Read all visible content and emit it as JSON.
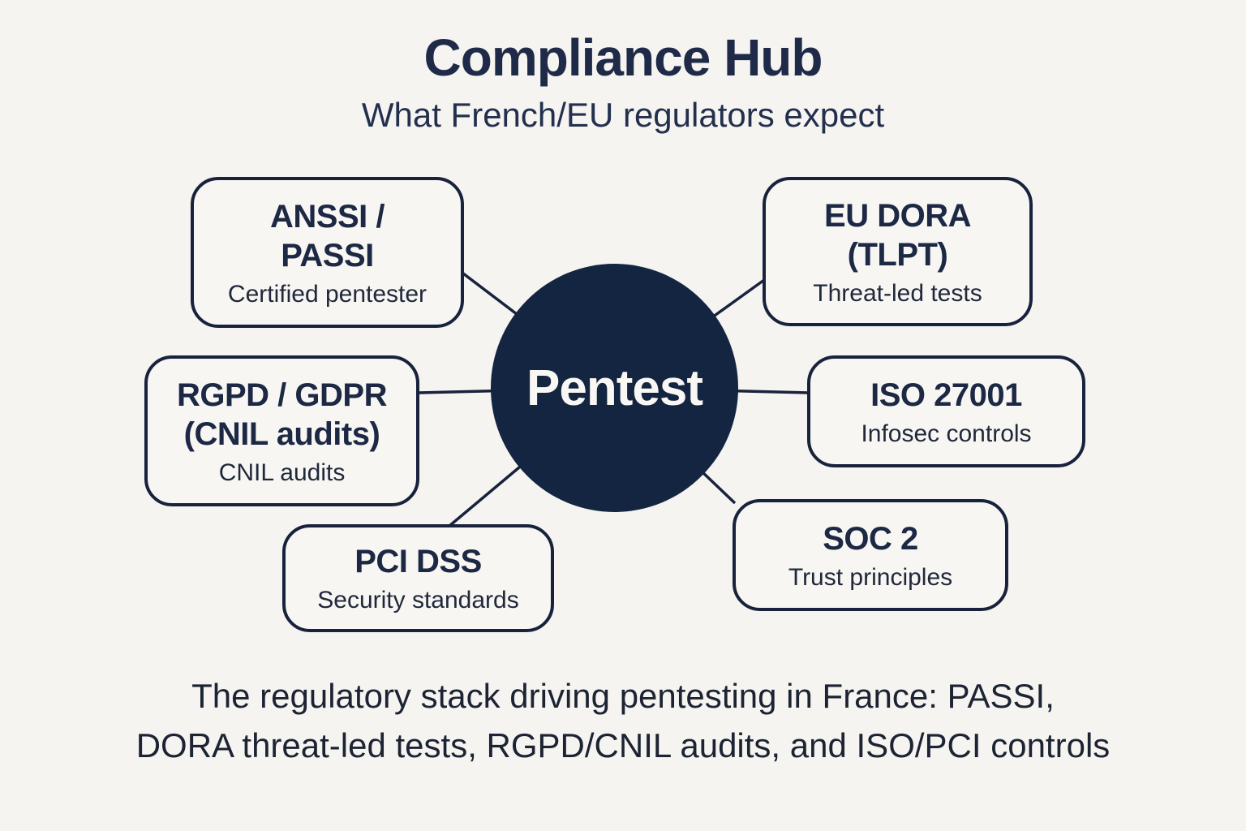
{
  "header": {
    "title": "Compliance Hub",
    "subtitle": "What French/EU regulators expect"
  },
  "center": {
    "label": "Pentest"
  },
  "nodes": [
    {
      "id": "anssi-passi",
      "title": "ANSSI /\nPASSI",
      "subtitle": "Certified pentester"
    },
    {
      "id": "eu-dora-tlpt",
      "title": "EU DORA\n(TLPT)",
      "subtitle": "Threat-led tests"
    },
    {
      "id": "rgpd-gdpr",
      "title": "RGPD / GDPR\n(CNIL audits)",
      "subtitle": "CNIL audits"
    },
    {
      "id": "iso-27001",
      "title": "ISO 27001",
      "subtitle": "Infosec controls"
    },
    {
      "id": "pci-dss",
      "title": "PCI DSS",
      "subtitle": "Security standards"
    },
    {
      "id": "soc-2",
      "title": "SOC 2",
      "subtitle": "Trust principles"
    }
  ],
  "footer": {
    "caption": "The regulatory stack driving pentesting in France: PASSI,\nDORA threat-led tests, RGPD/CNIL audits, and ISO/PCI controls"
  },
  "colors": {
    "background": "#f5f4f1",
    "ink_navy": "#1c2844",
    "border_navy": "#18223c",
    "hub_fill": "#132540",
    "hub_text": "#f8f7f3",
    "body_text": "#20283a"
  }
}
